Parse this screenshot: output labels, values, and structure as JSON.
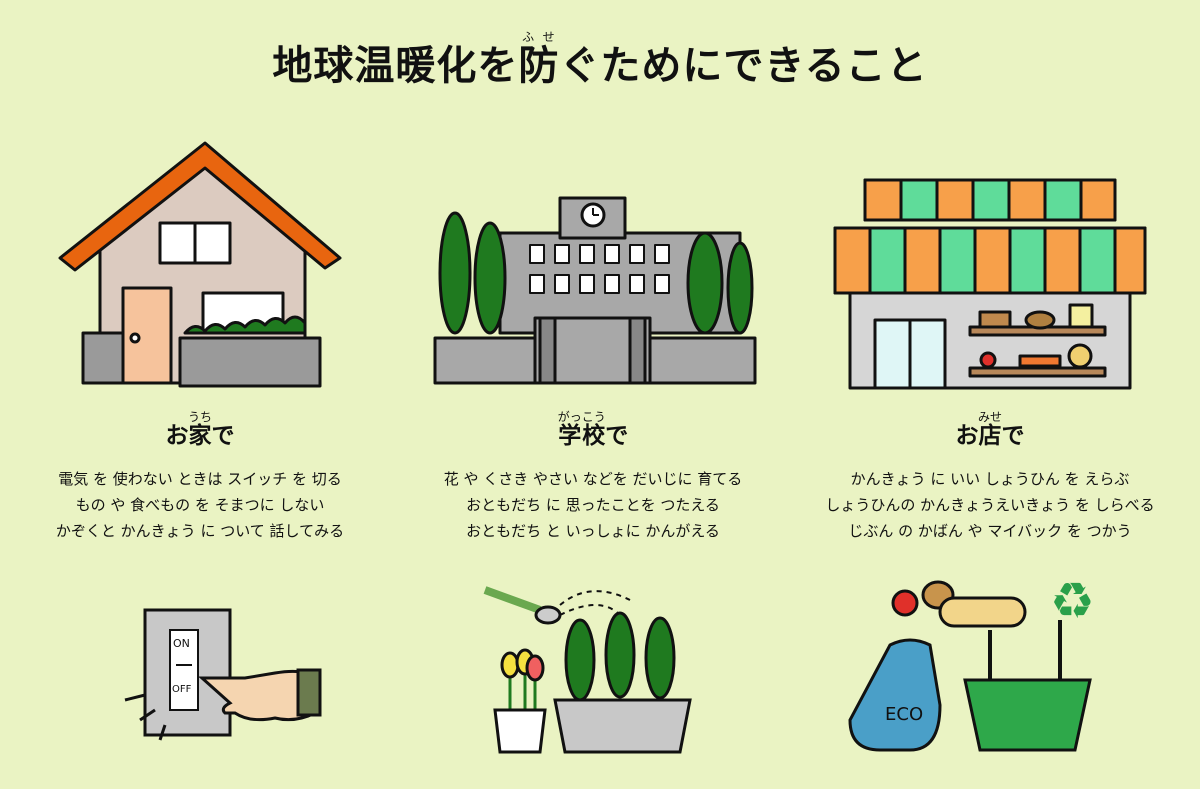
{
  "title": {
    "before": "地球温暖化を",
    "ruby_base": "防",
    "ruby_text": "ふせ",
    "after": "ぐためにできること"
  },
  "sections": [
    {
      "heading_ruby_base": "お",
      "heading_kanji": "家",
      "heading_kanji_ruby": "うち",
      "heading_after": "で",
      "lines": [
        "電気 を 使わない ときは スイッチ を 切る",
        "もの や 食べもの を そまつに しない",
        "かぞくと かんきょう に ついて 話してみる"
      ]
    },
    {
      "heading_ruby_base": "",
      "heading_kanji": "学校",
      "heading_kanji_ruby": "がっこう",
      "heading_after": "で",
      "lines": [
        "花 や くさき やさい などを だいじに 育てる",
        "おともだち に 思ったことを つたえる",
        "おともだち と いっしょに かんがえる"
      ]
    },
    {
      "heading_ruby_base": "お",
      "heading_kanji": "店",
      "heading_kanji_ruby": "みせ",
      "heading_after": "で",
      "lines": [
        "かんきょう に いい しょうひん を えらぶ",
        "しょうひんの かんきょうえいきょう を しらべる",
        "じぶん の かばん や マイバック を つかう"
      ]
    }
  ],
  "switch": {
    "on_label": "ON",
    "off_label": "OFF"
  },
  "bag": {
    "label": "ECO"
  },
  "colors": {
    "background": "#eaf3c3",
    "roof": "#e8650f",
    "awning_orange": "#f7a04a",
    "awning_green": "#5fdc9a",
    "tree": "#1f7a1f",
    "building": "#a8a8a8"
  }
}
